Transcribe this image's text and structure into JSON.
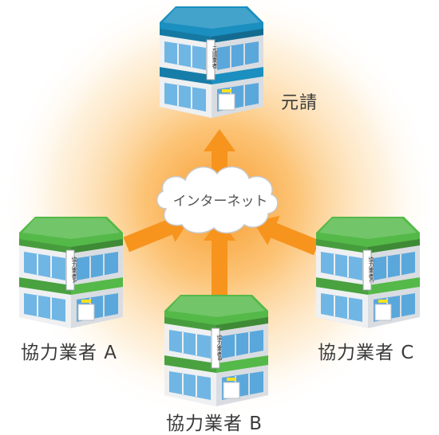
{
  "nodes": {
    "top": {
      "label": "元請",
      "sign": "元請業者"
    },
    "a": {
      "label": "協力業者 A",
      "sign": "協力業者A"
    },
    "b": {
      "label": "協力業者 B",
      "sign": "協力業者B"
    },
    "c": {
      "label": "協力業者 C",
      "sign": "協力業者C"
    }
  },
  "cloud": {
    "label": "インターネット"
  },
  "colors": {
    "glow": "#fbb049",
    "arrow": "#f7941d",
    "top_roof": "#1a8fc0",
    "partner_roof": "#54b948",
    "window": "#6fb6e5",
    "wall": "#e9ecef"
  }
}
